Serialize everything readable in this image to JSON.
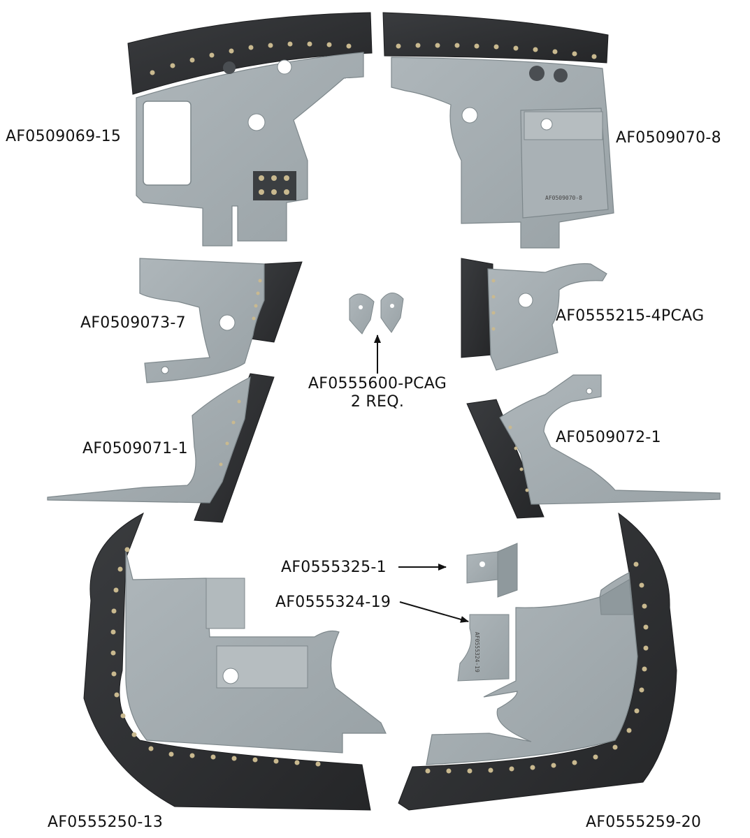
{
  "labels": {
    "af0509069": "AF0509069-15",
    "af0509070": "AF0509070-8",
    "af0509073": "AF0509073-7",
    "af0555215": "AF0555215-4PCAG",
    "af0555600_line1": "AF0555600-PCAG",
    "af0555600_line2": "2 REQ.",
    "af0509071": "AF0509071-1",
    "af0509072": "AF0509072-1",
    "af0555325": "AF0555325-1",
    "af0555324": "AF0555324-19",
    "af0555250": "AF0555250-13",
    "af0555259": "AF0555259-20"
  },
  "stamps": {
    "part_70_stamp": "AF0509070-8",
    "part_324_stamp": "AF0555324-19"
  },
  "colors": {
    "panel": "#a3acb0",
    "panel_edge": "#7d878b",
    "panel_shade": "#8f999d",
    "rubber": "#2e3033",
    "rubber_edge": "#1c1d1f",
    "rivet": "#c9b98f",
    "text": "#111111"
  }
}
